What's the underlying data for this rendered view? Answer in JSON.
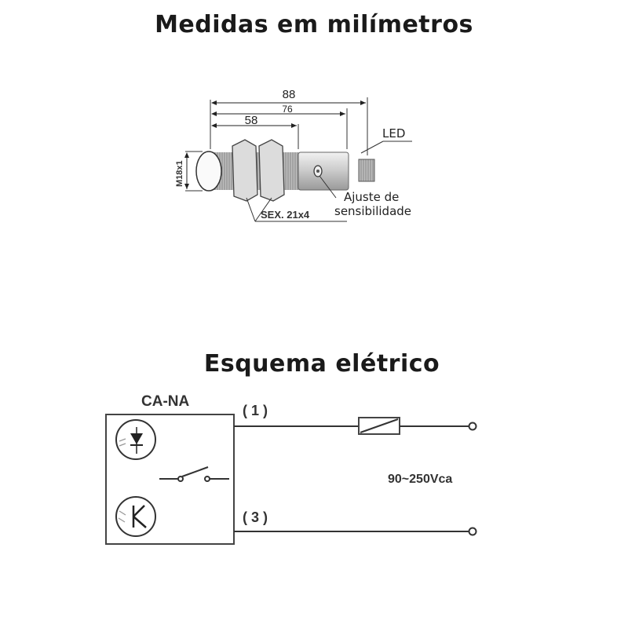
{
  "top_section": {
    "title": "Medidas em milímetros",
    "dimensions": {
      "total_length": "88",
      "body_length": "76",
      "thread_length": "58",
      "thread_spec": "M18x1",
      "nut_spec": "SEX. 21x4"
    },
    "callouts": {
      "led": "LED",
      "sensitivity_line1": "Ajuste de",
      "sensitivity_line2": "sensibilidade"
    }
  },
  "bottom_section": {
    "title": "Esquema elétrico",
    "box_label": "CA-NA",
    "terminal_1": "( 1 )",
    "terminal_3": "( 3 )",
    "voltage": "90~250Vca",
    "icons": [
      "emitter-diode-icon",
      "receiver-transistor-icon",
      "switch-no-icon",
      "load-resistor-icon"
    ]
  },
  "colors": {
    "line": "#333333",
    "text": "#1a1a1a",
    "body_gray": "#c8c8c8"
  }
}
